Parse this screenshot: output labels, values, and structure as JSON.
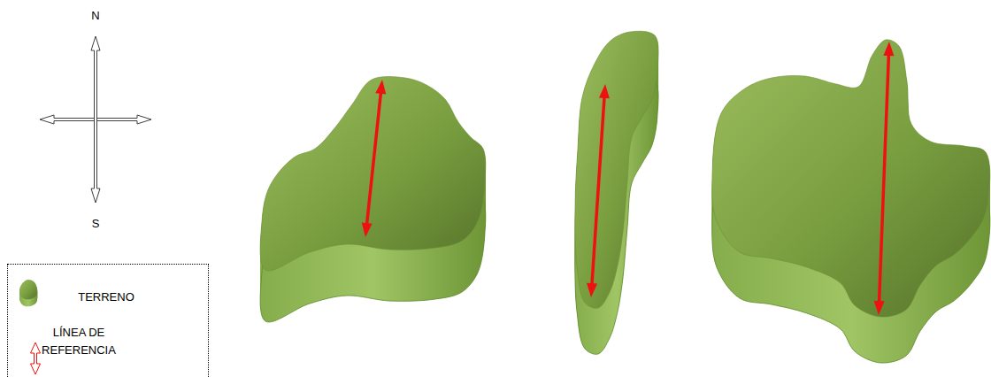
{
  "diagram": {
    "labels": [
      "N",
      "S"
    ],
    "legend": [
      {
        "text": "TERRENO"
      },
      {
        "text": "LÍNEA DE REFERENCIA"
      }
    ]
  }
}
